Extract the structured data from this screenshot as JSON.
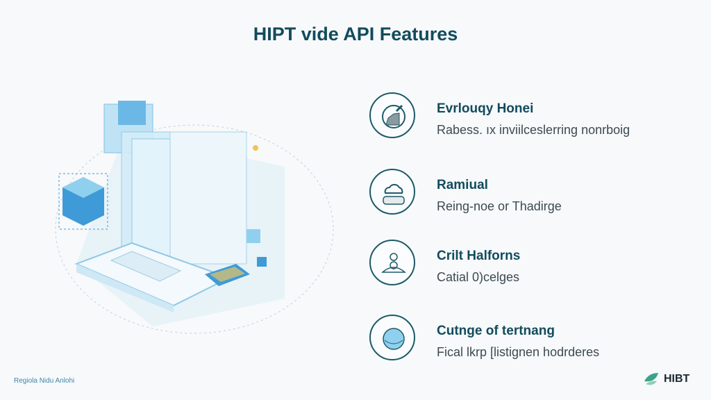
{
  "header": {
    "title": "HIPT vide API Features"
  },
  "features": [
    {
      "icon": "pen-chart-icon",
      "title": "Evrlouqy Honei",
      "description": "Rabess. ıx inviilceslerring nonrboig"
    },
    {
      "icon": "cloud-icon",
      "title": "Ramiual",
      "description": "Reing-noe or Thadirge"
    },
    {
      "icon": "network-icon",
      "title": "Crilt Halforns",
      "description": "Catial 0)celges"
    },
    {
      "icon": "shield-globe-icon",
      "title": "Cutnge of tertnang",
      "description": "Fical lkrp [listignen hodrderes"
    }
  ],
  "footer": {
    "left_text": "Regiola Nidu Anlohi",
    "logo_text": "HIBT"
  },
  "colors": {
    "accent": "#124b5c",
    "light_blue": "#8fd0ee",
    "blue": "#3f9ad8"
  }
}
